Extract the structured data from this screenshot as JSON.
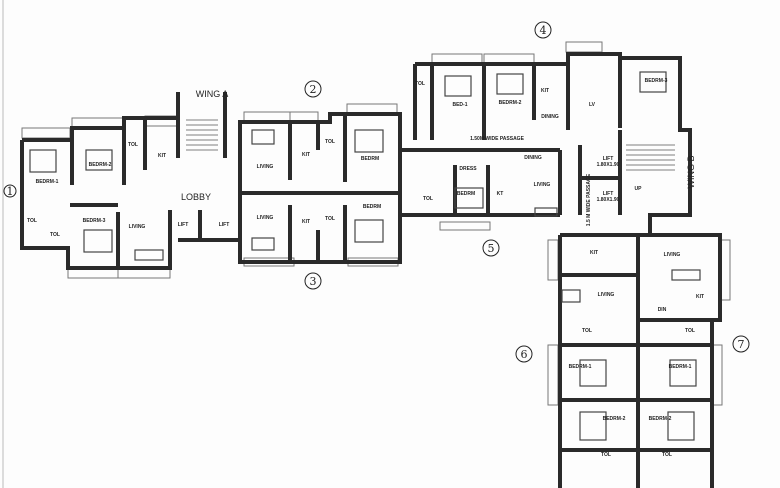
{
  "wings": {
    "a": "WING A",
    "b": "WING B"
  },
  "units": [
    "1",
    "2",
    "3",
    "4",
    "5",
    "6",
    "7"
  ],
  "rooms": {
    "bedrm1": "BEDRM-1",
    "bedrm2": "BEDRM-2",
    "bedrm3": "BEDRM-3",
    "bedrm": "BEDRM",
    "bed1": "BED-1",
    "tol": "TOL",
    "kit": "KIT",
    "kt": "KT",
    "living": "LIVING",
    "lobby": "LOBBY",
    "lift": "LIFT",
    "lift_size": "1.80X1.90",
    "dining": "DINING",
    "dress": "DRESS",
    "lv": "LV",
    "din": "DIN",
    "up": "UP"
  },
  "passages": {
    "wide_passage_b": "1.5 M WIDE PASSAGE",
    "wide_passage_mid": "1.50M WIDE PASSAGE"
  }
}
